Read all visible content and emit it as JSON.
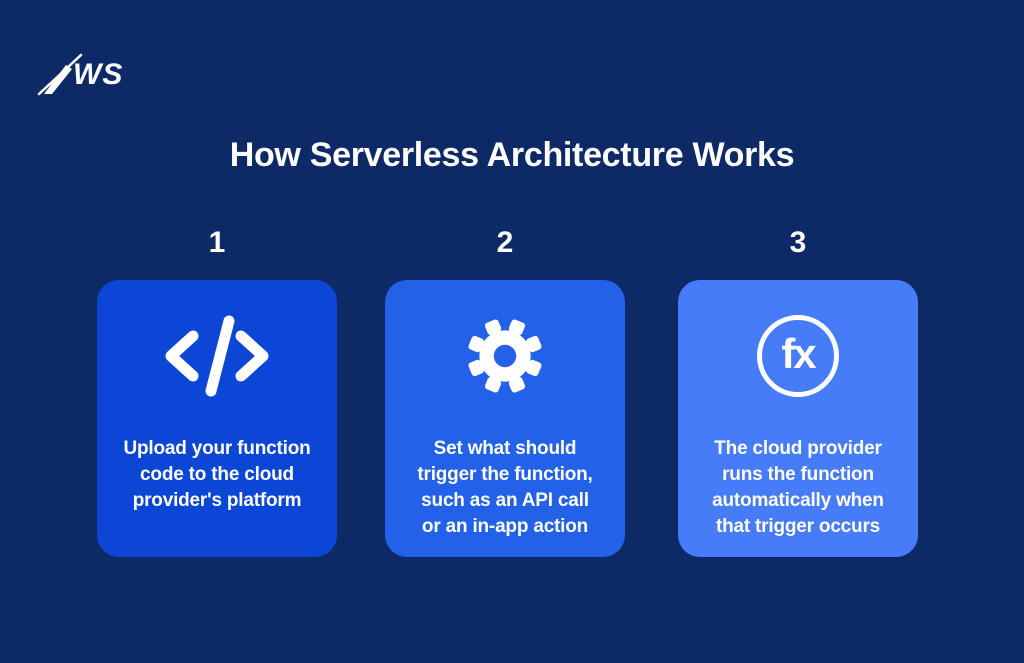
{
  "colors": {
    "background": "#0d2a66",
    "card_step1": "#0b46d6",
    "card_step2": "#2261e8",
    "card_step3": "#477cf8",
    "text": "#ffffff"
  },
  "logo": {
    "text": "WS"
  },
  "title": "How Serverless Architecture Works",
  "steps": [
    {
      "number": "1",
      "icon": "code-icon",
      "color": "#0b46d6",
      "lines": [
        "Upload your function",
        "code to the cloud",
        "provider's platform"
      ]
    },
    {
      "number": "2",
      "icon": "gear-icon",
      "color": "#2261e8",
      "lines": [
        "Set what should",
        "trigger the function,",
        "such as an API call",
        "or an in-app action"
      ]
    },
    {
      "number": "3",
      "icon": "fx-icon",
      "icon_label": "fx",
      "color": "#477cf8",
      "lines": [
        "The cloud provider",
        "runs the function",
        "automatically when",
        "that trigger occurs"
      ]
    }
  ]
}
